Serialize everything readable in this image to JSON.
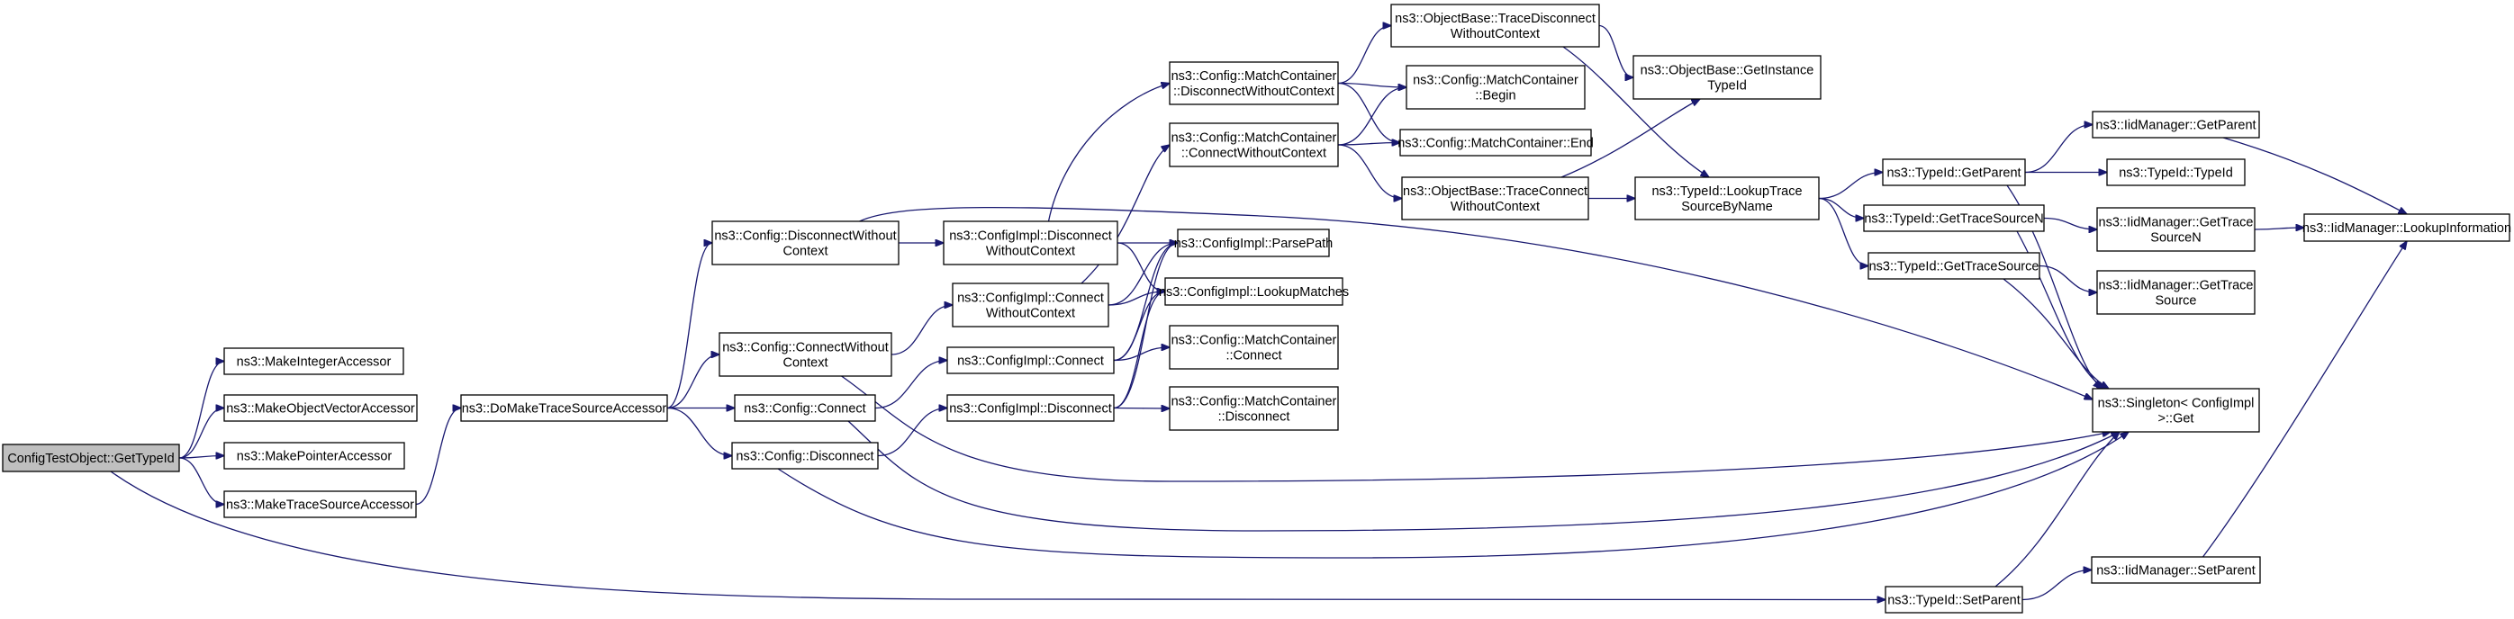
{
  "colors": {
    "edge": "#191970",
    "node_border": "#000000",
    "node_fill": "#ffffff",
    "root_fill": "#bfbfbf",
    "text": "#000000"
  },
  "diagram": {
    "root": "n_root",
    "nodes": [
      {
        "id": "n_root",
        "lines": [
          "ConfigTestObject::GetTypeId"
        ]
      },
      {
        "id": "n_mia",
        "lines": [
          "ns3::MakeIntegerAccessor"
        ]
      },
      {
        "id": "n_mova",
        "lines": [
          "ns3::MakeObjectVectorAccessor"
        ]
      },
      {
        "id": "n_mpa",
        "lines": [
          "ns3::MakePointerAccessor"
        ]
      },
      {
        "id": "n_mtsa",
        "lines": [
          "ns3::MakeTraceSourceAccessor"
        ]
      },
      {
        "id": "n_dmtsa",
        "lines": [
          "ns3::DoMakeTraceSourceAccessor"
        ]
      },
      {
        "id": "n_cdwc",
        "lines": [
          "ns3::Config::DisconnectWithout",
          "Context"
        ]
      },
      {
        "id": "n_ccwc",
        "lines": [
          "ns3::Config::ConnectWithout",
          "Context"
        ]
      },
      {
        "id": "n_cc",
        "lines": [
          "ns3::Config::Connect"
        ]
      },
      {
        "id": "n_cd",
        "lines": [
          "ns3::Config::Disconnect"
        ]
      },
      {
        "id": "n_cidwc",
        "lines": [
          "ns3::ConfigImpl::Disconnect",
          "WithoutContext"
        ]
      },
      {
        "id": "n_cicwc",
        "lines": [
          "ns3::ConfigImpl::Connect",
          "WithoutContext"
        ]
      },
      {
        "id": "n_cic",
        "lines": [
          "ns3::ConfigImpl::Connect"
        ]
      },
      {
        "id": "n_cid",
        "lines": [
          "ns3::ConfigImpl::Disconnect"
        ]
      },
      {
        "id": "n_mcdwc",
        "lines": [
          "ns3::Config::MatchContainer",
          "::DisconnectWithoutContext"
        ]
      },
      {
        "id": "n_mccwc",
        "lines": [
          "ns3::Config::MatchContainer",
          "::ConnectWithoutContext"
        ]
      },
      {
        "id": "n_cipp",
        "lines": [
          "ns3::ConfigImpl::ParsePath"
        ]
      },
      {
        "id": "n_cilm",
        "lines": [
          "ns3::ConfigImpl::LookupMatches"
        ]
      },
      {
        "id": "n_mcc",
        "lines": [
          "ns3::Config::MatchContainer",
          "::Connect"
        ]
      },
      {
        "id": "n_mcd",
        "lines": [
          "ns3::Config::MatchContainer",
          "::Disconnect"
        ]
      },
      {
        "id": "n_obtdwc",
        "lines": [
          "ns3::ObjectBase::TraceDisconnect",
          "WithoutContext"
        ]
      },
      {
        "id": "n_mcb",
        "lines": [
          "ns3::Config::MatchContainer",
          "::Begin"
        ]
      },
      {
        "id": "n_mce",
        "lines": [
          "ns3::Config::MatchContainer::End"
        ]
      },
      {
        "id": "n_obtcwc",
        "lines": [
          "ns3::ObjectBase::TraceConnect",
          "WithoutContext"
        ]
      },
      {
        "id": "n_obgit",
        "lines": [
          "ns3::ObjectBase::GetInstance",
          "TypeId"
        ]
      },
      {
        "id": "n_tiltsbn",
        "lines": [
          "ns3::TypeId::LookupTrace",
          "SourceByName"
        ]
      },
      {
        "id": "n_tigp",
        "lines": [
          "ns3::TypeId::GetParent"
        ]
      },
      {
        "id": "n_tigtsn",
        "lines": [
          "ns3::TypeId::GetTraceSourceN"
        ]
      },
      {
        "id": "n_tigts",
        "lines": [
          "ns3::TypeId::GetTraceSource"
        ]
      },
      {
        "id": "n_tisp",
        "lines": [
          "ns3::TypeId::SetParent"
        ]
      },
      {
        "id": "n_imgp",
        "lines": [
          "ns3::IidManager::GetParent"
        ]
      },
      {
        "id": "n_titi",
        "lines": [
          "ns3::TypeId::TypeId"
        ]
      },
      {
        "id": "n_imgtsn",
        "lines": [
          "ns3::IidManager::GetTrace",
          "SourceN"
        ]
      },
      {
        "id": "n_imgts",
        "lines": [
          "ns3::IidManager::GetTrace",
          "Source"
        ]
      },
      {
        "id": "n_sg",
        "lines": [
          "ns3::Singleton< ConfigImpl",
          " >::Get"
        ]
      },
      {
        "id": "n_imsp",
        "lines": [
          "ns3::IidManager::SetParent"
        ]
      },
      {
        "id": "n_imli",
        "lines": [
          "ns3::IidManager::LookupInformation"
        ]
      }
    ],
    "edges": [
      [
        "n_root",
        "n_mia"
      ],
      [
        "n_root",
        "n_mova"
      ],
      [
        "n_root",
        "n_mpa"
      ],
      [
        "n_root",
        "n_mtsa"
      ],
      [
        "n_root",
        "n_tisp"
      ],
      [
        "n_mtsa",
        "n_dmtsa"
      ],
      [
        "n_dmtsa",
        "n_cdwc"
      ],
      [
        "n_dmtsa",
        "n_ccwc"
      ],
      [
        "n_dmtsa",
        "n_cc"
      ],
      [
        "n_dmtsa",
        "n_cd"
      ],
      [
        "n_cdwc",
        "n_cidwc"
      ],
      [
        "n_cdwc",
        "n_sg"
      ],
      [
        "n_ccwc",
        "n_cicwc"
      ],
      [
        "n_ccwc",
        "n_sg"
      ],
      [
        "n_cc",
        "n_cic"
      ],
      [
        "n_cc",
        "n_sg"
      ],
      [
        "n_cd",
        "n_cid"
      ],
      [
        "n_cd",
        "n_sg"
      ],
      [
        "n_cidwc",
        "n_mcdwc"
      ],
      [
        "n_cidwc",
        "n_cipp"
      ],
      [
        "n_cidwc",
        "n_cilm"
      ],
      [
        "n_cicwc",
        "n_mccwc"
      ],
      [
        "n_cicwc",
        "n_cipp"
      ],
      [
        "n_cicwc",
        "n_cilm"
      ],
      [
        "n_cic",
        "n_mcc"
      ],
      [
        "n_cic",
        "n_cipp"
      ],
      [
        "n_cic",
        "n_cilm"
      ],
      [
        "n_cid",
        "n_mcd"
      ],
      [
        "n_cid",
        "n_cipp"
      ],
      [
        "n_cid",
        "n_cilm"
      ],
      [
        "n_mcdwc",
        "n_obtdwc"
      ],
      [
        "n_mcdwc",
        "n_mcb"
      ],
      [
        "n_mcdwc",
        "n_mce"
      ],
      [
        "n_mccwc",
        "n_mcb"
      ],
      [
        "n_mccwc",
        "n_mce"
      ],
      [
        "n_mccwc",
        "n_obtcwc"
      ],
      [
        "n_obtdwc",
        "n_obgit"
      ],
      [
        "n_obtdwc",
        "n_tiltsbn"
      ],
      [
        "n_obtcwc",
        "n_obgit"
      ],
      [
        "n_obtcwc",
        "n_tiltsbn"
      ],
      [
        "n_tiltsbn",
        "n_tigp"
      ],
      [
        "n_tiltsbn",
        "n_tigtsn"
      ],
      [
        "n_tiltsbn",
        "n_tigts"
      ],
      [
        "n_tigp",
        "n_imgp"
      ],
      [
        "n_tigp",
        "n_titi"
      ],
      [
        "n_tigp",
        "n_sg"
      ],
      [
        "n_tigtsn",
        "n_imgtsn"
      ],
      [
        "n_tigtsn",
        "n_sg"
      ],
      [
        "n_tigts",
        "n_imgts"
      ],
      [
        "n_tigts",
        "n_sg"
      ],
      [
        "n_tisp",
        "n_sg"
      ],
      [
        "n_tisp",
        "n_imsp"
      ],
      [
        "n_imgp",
        "n_imli"
      ],
      [
        "n_imgtsn",
        "n_imli"
      ],
      [
        "n_imsp",
        "n_imli"
      ]
    ]
  }
}
